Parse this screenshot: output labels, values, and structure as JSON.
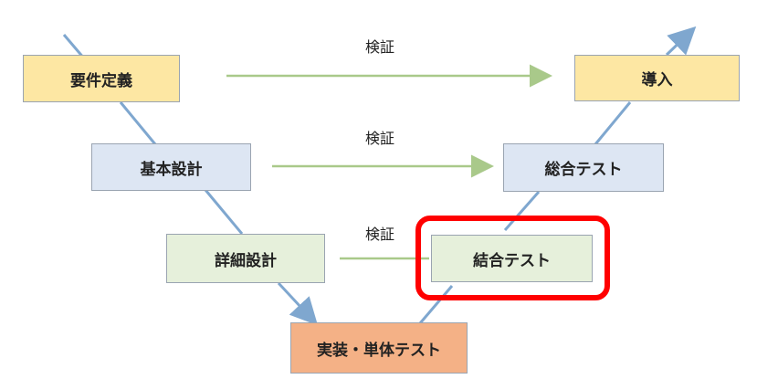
{
  "stages": {
    "requirements": "要件定義",
    "basic_design": "基本設計",
    "detailed_design": "詳細設計",
    "implementation": "実装・単体テスト",
    "integration_test": "結合テスト",
    "system_test": "総合テスト",
    "deployment": "導入"
  },
  "verify_labels": [
    "検証",
    "検証",
    "検証"
  ],
  "colors": {
    "diagonal_line": "#7fa7cf",
    "verify_arrow": "#a9c98a",
    "highlight": "#ff0000",
    "left_top": "#fde7a3",
    "design": "#dde6f3",
    "detail": "#e6f0db",
    "implementation": "#f4b186"
  },
  "highlighted_stage": "integration_test"
}
